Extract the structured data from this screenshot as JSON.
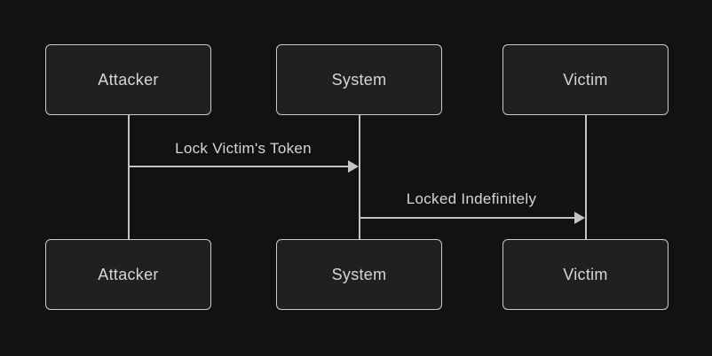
{
  "colors": {
    "background": "#121212",
    "node_fill": "#1e2021",
    "node_border": "#cbcbcb",
    "line": "#c4c4c4",
    "text": "#d6d6d6"
  },
  "diagram": {
    "type": "sequence",
    "top_actors": [
      {
        "label": "Attacker"
      },
      {
        "label": "System"
      },
      {
        "label": "Victim"
      }
    ],
    "bottom_actors": [
      {
        "label": "Attacker"
      },
      {
        "label": "System"
      },
      {
        "label": "Victim"
      }
    ],
    "messages": [
      {
        "label": "Lock Victim's Token",
        "from": "Attacker",
        "to": "System"
      },
      {
        "label": "Locked Indefinitely",
        "from": "System",
        "to": "Victim"
      }
    ]
  }
}
